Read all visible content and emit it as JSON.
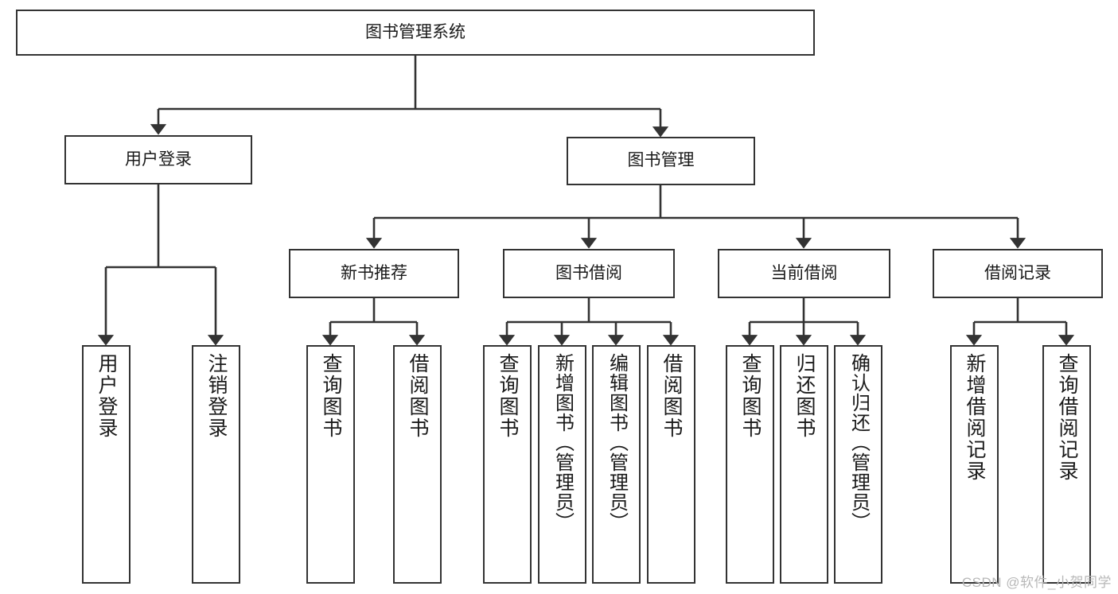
{
  "diagram": {
    "title": "图书管理系统",
    "type": "hierarchy-tree",
    "root": {
      "id": "root",
      "label": "图书管理系统"
    },
    "level1": [
      {
        "id": "user-login",
        "label": "用户登录"
      },
      {
        "id": "book-management",
        "label": "图书管理"
      }
    ],
    "level2": [
      {
        "id": "new-book-recommend",
        "label": "新书推荐",
        "parent": "book-management"
      },
      {
        "id": "book-borrow",
        "label": "图书借阅",
        "parent": "book-management"
      },
      {
        "id": "current-borrow",
        "label": "当前借阅",
        "parent": "book-management"
      },
      {
        "id": "borrow-record",
        "label": "借阅记录",
        "parent": "book-management"
      }
    ],
    "leaves": [
      {
        "id": "leaf-user-login",
        "label": "用户登录",
        "parent": "user-login"
      },
      {
        "id": "leaf-logout",
        "label": "注销登录",
        "parent": "user-login"
      },
      {
        "id": "leaf-query-book-1",
        "label": "查询图书",
        "parent": "new-book-recommend"
      },
      {
        "id": "leaf-borrow-book-1",
        "label": "借阅图书",
        "parent": "new-book-recommend"
      },
      {
        "id": "leaf-query-book-2",
        "label": "查询图书",
        "parent": "book-borrow"
      },
      {
        "id": "leaf-add-book",
        "label": "新增图书（管理员）",
        "parent": "book-borrow"
      },
      {
        "id": "leaf-edit-book",
        "label": "编辑图书（管理员）",
        "parent": "book-borrow"
      },
      {
        "id": "leaf-borrow-book-2",
        "label": "借阅图书",
        "parent": "book-borrow"
      },
      {
        "id": "leaf-query-book-3",
        "label": "查询图书",
        "parent": "current-borrow"
      },
      {
        "id": "leaf-return-book",
        "label": "归还图书",
        "parent": "current-borrow"
      },
      {
        "id": "leaf-confirm-return",
        "label": "确认归还（管理员）",
        "parent": "current-borrow"
      },
      {
        "id": "leaf-add-record",
        "label": "新增借阅记录",
        "parent": "borrow-record"
      },
      {
        "id": "leaf-query-record",
        "label": "查询借阅记录",
        "parent": "borrow-record"
      }
    ],
    "colors": {
      "box_border": "#333333",
      "box_fill": "#ffffff",
      "connector": "#333333",
      "text": "#1a1a1a",
      "watermark": "#b8b8b8",
      "background": "#ffffff"
    }
  },
  "watermark": {
    "text": "CSDN @软件_小贺同学"
  }
}
